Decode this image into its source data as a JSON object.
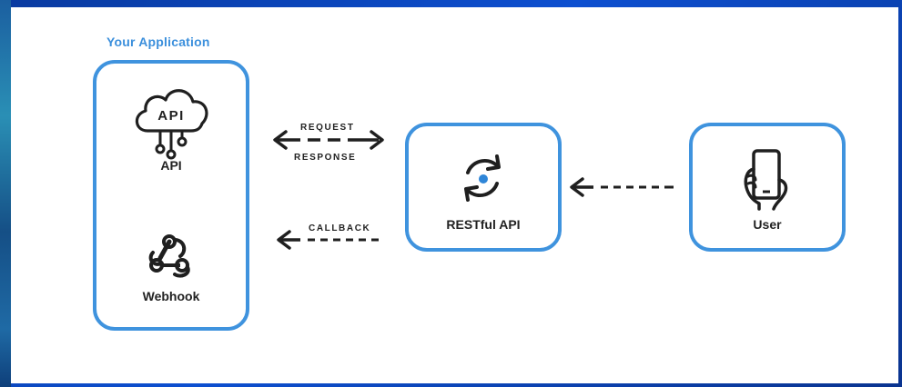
{
  "diagram": {
    "section_title": "Your Application",
    "nodes": {
      "api": {
        "label": "API",
        "icon_text": "API",
        "icon": "cloud-api-icon"
      },
      "webhook": {
        "label": "Webhook",
        "icon": "webhook-icon"
      },
      "restful": {
        "label": "RESTful API",
        "icon": "sync-icon"
      },
      "user": {
        "label": "User",
        "icon": "hand-phone-icon"
      }
    },
    "edges": {
      "request": "REQUEST",
      "response": "RESPONSE",
      "callback": "CALLBACK"
    },
    "colors": {
      "accent": "#3f93de",
      "title": "#3b8fdc",
      "text": "#222222",
      "frame": "#0c4fd0"
    }
  }
}
